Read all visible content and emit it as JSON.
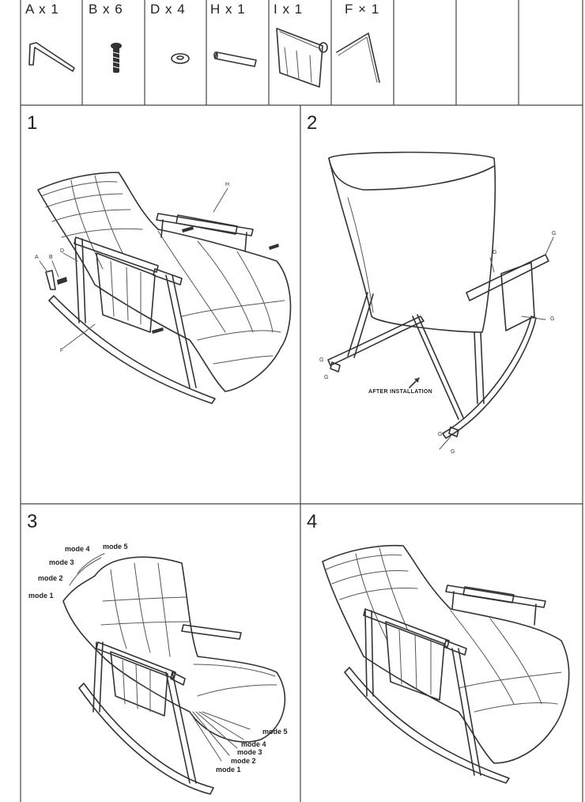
{
  "parts": [
    {
      "key": "A",
      "label": "A x 1",
      "icon": "hex-key-icon"
    },
    {
      "key": "B",
      "label": "B x 6",
      "icon": "bolt-icon"
    },
    {
      "key": "D",
      "label": "D x 4",
      "icon": "washer-icon"
    },
    {
      "key": "H",
      "label": "H x 1",
      "icon": "armrest-tube-icon"
    },
    {
      "key": "I",
      "label": "I x 1",
      "icon": "side-pocket-icon"
    },
    {
      "key": "F",
      "label": "F × 1",
      "icon": "bent-rod-icon"
    }
  ],
  "steps": [
    {
      "number": "1",
      "callouts": {
        "a": "A",
        "b": "B",
        "d": "D",
        "h": "H",
        "f": "F"
      }
    },
    {
      "number": "2",
      "callouts": {
        "g1": "G",
        "g2": "G",
        "g3": "G",
        "g4": "G",
        "g5": "G",
        "g6": "G",
        "g7": "G"
      },
      "note": "AFTER INSTALLATION"
    },
    {
      "number": "3",
      "modes_back": [
        "mode 1",
        "mode 2",
        "mode 3",
        "mode 4",
        "mode 5"
      ],
      "modes_foot": [
        "mode 5",
        "mode 4",
        "mode 3",
        "mode 2",
        "mode 1"
      ]
    },
    {
      "number": "4"
    }
  ]
}
